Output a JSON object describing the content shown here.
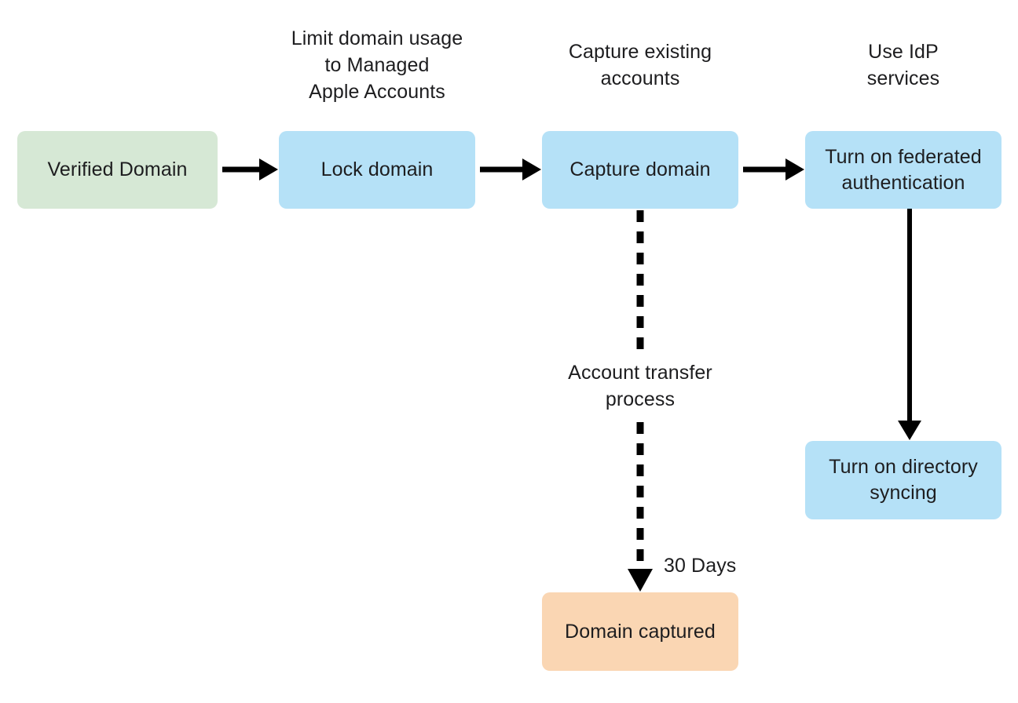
{
  "diagram": {
    "title": "Managed Apple Account domain capture and federation flow",
    "colors": {
      "verified": "#d6e8d5",
      "step": "#b5e1f7",
      "captured": "#fad6b3",
      "stroke": "#000000",
      "text": "#1d1d1f",
      "background": "#ffffff"
    },
    "nodes": [
      {
        "id": "verified-domain",
        "label": "Verified Domain"
      },
      {
        "id": "lock-domain",
        "label": "Lock domain"
      },
      {
        "id": "capture-domain",
        "label": "Capture domain"
      },
      {
        "id": "federated-auth",
        "label": "Turn on federated\nauthentication"
      },
      {
        "id": "directory-syncing",
        "label": "Turn on directory\nsyncing"
      },
      {
        "id": "domain-captured",
        "label": "Domain captured"
      }
    ],
    "captions": [
      {
        "id": "lock-domain-caption",
        "label": "Limit domain usage\nto Managed\nApple Accounts"
      },
      {
        "id": "capture-domain-caption",
        "label": "Capture existing\naccounts"
      },
      {
        "id": "federated-auth-caption",
        "label": "Use IdP\nservices"
      },
      {
        "id": "account-transfer-caption",
        "label": "Account transfer\nprocess"
      },
      {
        "id": "thirty-days-label",
        "label": "30 Days"
      }
    ],
    "edges": [
      {
        "id": "verified-to-lock",
        "from": "verified-domain",
        "to": "lock-domain",
        "style": "solid"
      },
      {
        "id": "lock-to-capture",
        "from": "lock-domain",
        "to": "capture-domain",
        "style": "solid"
      },
      {
        "id": "capture-to-federated",
        "from": "capture-domain",
        "to": "federated-auth",
        "style": "solid"
      },
      {
        "id": "federated-to-directory",
        "from": "federated-auth",
        "to": "directory-syncing",
        "style": "solid"
      },
      {
        "id": "capture-to-captured",
        "from": "capture-domain",
        "to": "domain-captured",
        "style": "dashed",
        "label": "30 Days"
      }
    ]
  }
}
